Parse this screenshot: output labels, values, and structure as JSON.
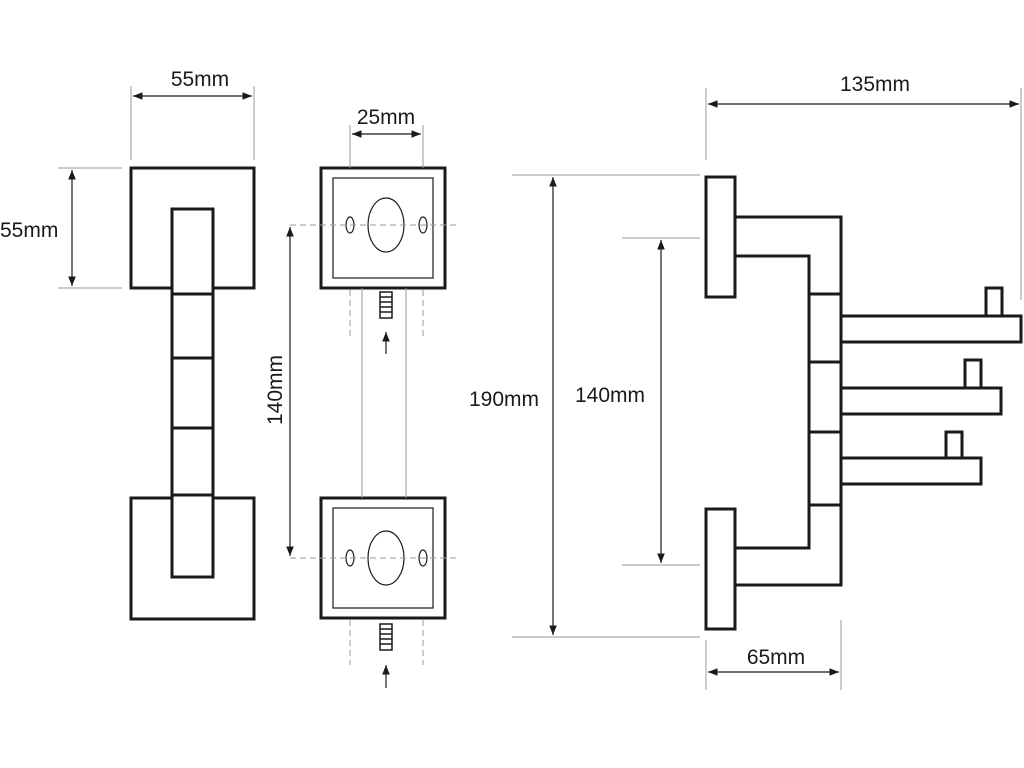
{
  "dimensions": {
    "front_width": "55mm",
    "front_height": "55mm",
    "hole_spacing": "25mm",
    "mount_spacing_back": "140mm",
    "overall_height": "190mm",
    "mount_spacing_side": "140mm",
    "overall_depth": "135mm",
    "plate_depth": "65mm"
  },
  "colors": {
    "line": "#1a1a1a",
    "extension": "#9a9a9a"
  }
}
